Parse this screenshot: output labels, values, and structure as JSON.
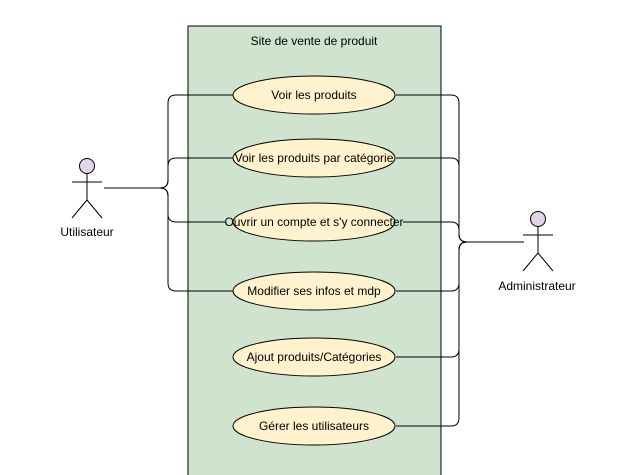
{
  "diagram": {
    "system_title": "Site de vente de produit",
    "actors": {
      "user": {
        "label": "Utilisateur"
      },
      "admin": {
        "label": "Administrateur"
      }
    },
    "use_cases": [
      {
        "id": "uc1",
        "label": "Voir les produits"
      },
      {
        "id": "uc2",
        "label": "Voir les produits par catégorie"
      },
      {
        "id": "uc3",
        "label": "Ouvrir un compte et s'y connecter"
      },
      {
        "id": "uc4",
        "label": "Modifier ses infos et mdp"
      },
      {
        "id": "uc5",
        "label": "Ajout produits/Catégories"
      },
      {
        "id": "uc6",
        "label": "Gérer les utilisateurs"
      }
    ],
    "associations": {
      "user": [
        "uc1",
        "uc2",
        "uc3",
        "uc4"
      ],
      "admin": [
        "uc1",
        "uc2",
        "uc3",
        "uc4",
        "uc5",
        "uc6"
      ]
    },
    "colors": {
      "system_fill": "#cfe3cf",
      "system_stroke": "#000000",
      "use_case_fill": "#fff2cc",
      "use_case_stroke": "#000000",
      "actor_head_fill": "#e1d5e7",
      "line": "#000000"
    }
  }
}
